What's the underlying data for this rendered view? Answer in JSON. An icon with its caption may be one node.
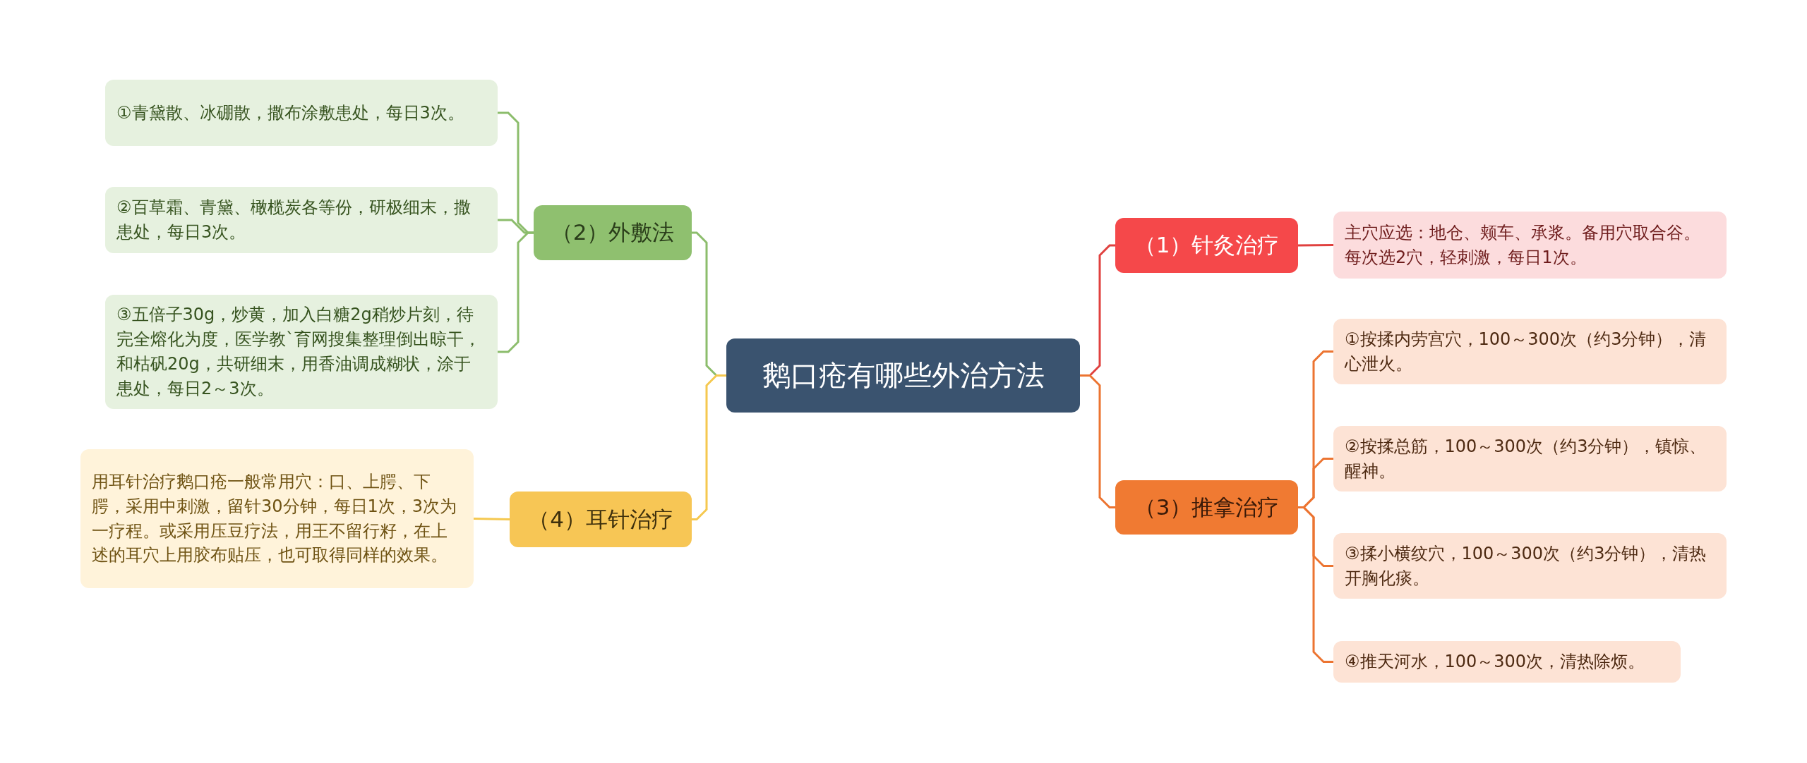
{
  "diagram": {
    "nodes": [
      {
        "text": [
          "鹅口疮有哪些外治方法"
        ]
      },
      {
        "text": [
          "（1）针灸治疗"
        ]
      },
      {
        "text": [
          "主穴应选：地仓、颊车、承浆。备用穴取合谷。每次选2穴，轻刺激，每日1次。"
        ]
      },
      {
        "text": [
          "（3）推拿治疗"
        ]
      },
      {
        "text": [
          "①按揉内劳宫穴，100～300次（约3分钟），清心泄火。"
        ]
      },
      {
        "text": [
          "②按揉总筋，100～300次（约3分钟），镇惊、醒神。"
        ]
      },
      {
        "text": [
          "③揉小横纹穴，100～300次（约3分钟），清热开胸化痰。"
        ]
      },
      {
        "text": [
          "④推天河水，100～300次，清热除烦。"
        ]
      },
      {
        "text": [
          "（2）外敷法"
        ]
      },
      {
        "text": [
          "①青黛散、冰硼散，撒布涂敷患处，每日3次。"
        ]
      },
      {
        "text": [
          "②百草霜、青黛、橄榄炭各等份，研极细末，撒患处，每日3次。"
        ]
      },
      {
        "text": [
          "③五倍子30g，炒黄，加入白糖2g稍炒片刻，待完全熔化为度，医学教`育网搜集整理倒出晾干，和枯矾20g，共研细末，用香油调成糊状，涂于患处，每日2～3次。"
        ]
      },
      {
        "text": [
          "（4）耳针治疗"
        ]
      },
      {
        "text": [
          "用耳针治疗鹅口疮一般常用穴：口、上腭、下腭，采用中刺激，留针30分钟，每日1次，3次为一疗程。或采用压豆疗法，用王不留行籽，在上述的耳穴上用胶布贴压，也可取得同样的效果。"
        ]
      }
    ],
    "edges": [
      {
        "from": 0,
        "to": 1,
        "arrow": "none",
        "color": "#e0413f"
      },
      {
        "from": 1,
        "to": 2,
        "arrow": "none",
        "color": "#e0413f"
      },
      {
        "from": 0,
        "to": 3,
        "arrow": "none",
        "color": "#ec7431"
      },
      {
        "from": 3,
        "to": 4,
        "arrow": "none",
        "color": "#ec7431"
      },
      {
        "from": 3,
        "to": 5,
        "arrow": "none",
        "color": "#ec7431"
      },
      {
        "from": 3,
        "to": 6,
        "arrow": "none",
        "color": "#ec7431"
      },
      {
        "from": 3,
        "to": 7,
        "arrow": "none",
        "color": "#ec7431"
      },
      {
        "from": 0,
        "to": 8,
        "arrow": "none",
        "color": "#8cbd6c"
      },
      {
        "from": 8,
        "to": 9,
        "arrow": "none",
        "color": "#8cbd6c"
      },
      {
        "from": 8,
        "to": 10,
        "arrow": "none",
        "color": "#8cbd6c"
      },
      {
        "from": 8,
        "to": 11,
        "arrow": "none",
        "color": "#8cbd6c"
      },
      {
        "from": 0,
        "to": 12,
        "arrow": "none",
        "color": "#f5c84f"
      },
      {
        "from": 12,
        "to": 13,
        "arrow": "none",
        "color": "#f5c84f"
      }
    ]
  }
}
